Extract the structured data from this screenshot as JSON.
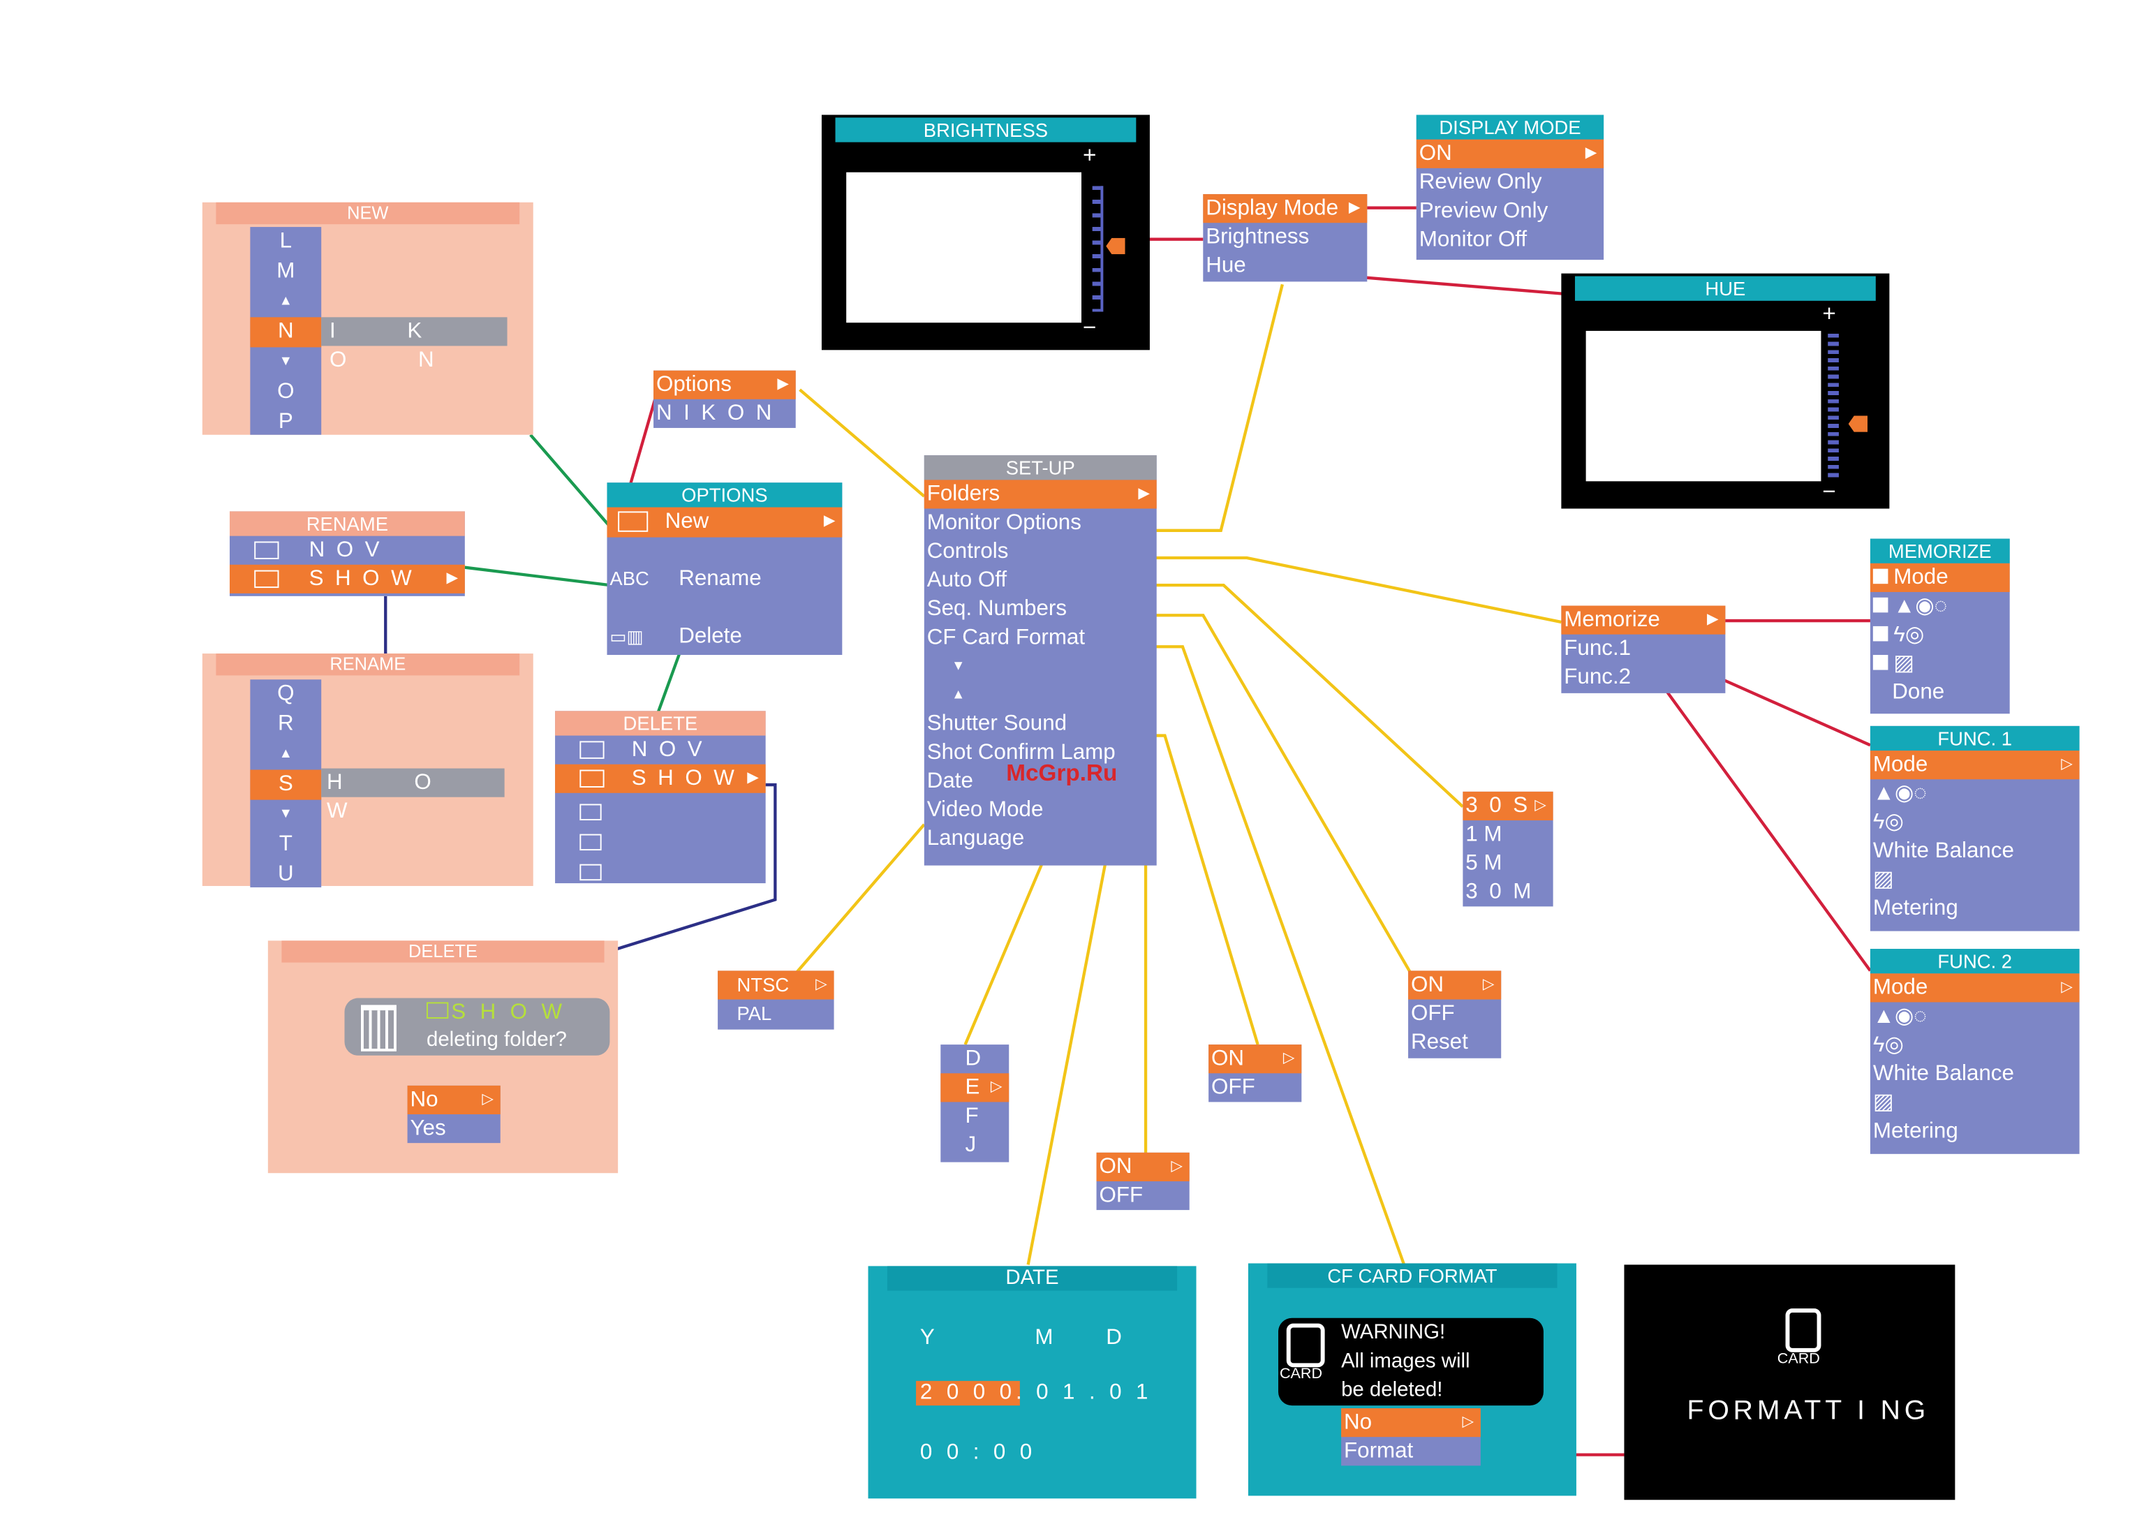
{
  "watermark": "McGrp.Ru",
  "brightness": {
    "title": "BRIGHTNESS",
    "plus": "+",
    "minus": "−"
  },
  "hue": {
    "title": "HUE",
    "plus": "+",
    "minus": "−"
  },
  "display_mode_menu": {
    "title": "DISPLAY MODE",
    "items": [
      "ON",
      "Review Only",
      "Preview Only",
      "Monitor Off"
    ]
  },
  "monitor_options": {
    "items": [
      "Display Mode",
      "Brightness",
      "Hue"
    ]
  },
  "new_panel": {
    "title": "NEW",
    "letters_above": [
      "L",
      "M"
    ],
    "selected_letter": "N",
    "letters_below": [
      "O",
      "P"
    ],
    "strip": "I K O N"
  },
  "options_small": {
    "items": [
      "Options",
      "N I K O N"
    ]
  },
  "options_menu": {
    "title": "OPTIONS",
    "items": [
      "New",
      "Rename",
      "Delete"
    ],
    "rename_icon": "ABC"
  },
  "rename_list": {
    "title": "RENAME",
    "items": [
      "N O V",
      "S H O W"
    ]
  },
  "rename_panel": {
    "title": "RENAME",
    "letters_above": [
      "Q",
      "R"
    ],
    "selected_letter": "S",
    "letters_below": [
      "T",
      "U"
    ],
    "strip": "H O W"
  },
  "delete_list": {
    "title": "DELETE",
    "items": [
      "N O V",
      "S H O W"
    ]
  },
  "delete_panel": {
    "title": "DELETE",
    "folder_name": "S H O W",
    "question": "deleting folder?",
    "options": [
      "No",
      "Yes"
    ]
  },
  "setup_menu": {
    "title": "SET-UP",
    "items": [
      "Folders",
      "Monitor Options",
      "Controls",
      "Auto Off",
      "Seq. Numbers",
      "CF Card Format",
      "Shutter Sound",
      "Shot Confirm Lamp",
      "Date",
      "Video Mode",
      "Language"
    ]
  },
  "controls_menu": {
    "items": [
      "Memorize",
      "Func.1",
      "Func.2"
    ]
  },
  "memorize_menu": {
    "title": "MEMORIZE",
    "items": [
      "Mode",
      "Done"
    ]
  },
  "func1_menu": {
    "title": "FUNC. 1",
    "items": [
      "Mode",
      "White Balance",
      "Metering"
    ]
  },
  "func2_menu": {
    "title": "FUNC. 2",
    "items": [
      "Mode",
      "White Balance",
      "Metering"
    ]
  },
  "auto_off_menu": {
    "items": [
      "3 0 S",
      "1 M",
      "5 M",
      "3 0 M"
    ]
  },
  "seq_numbers_menu": {
    "items": [
      "ON",
      "OFF",
      "Reset"
    ]
  },
  "video_mode_menu": {
    "items": [
      "NTSC",
      "PAL"
    ]
  },
  "language_menu": {
    "items": [
      "D",
      "E",
      "F",
      "J"
    ]
  },
  "shutter_sound_menu": {
    "items": [
      "ON",
      "OFF"
    ]
  },
  "confirm_lamp_menu": {
    "items": [
      "ON",
      "OFF"
    ]
  },
  "date_panel": {
    "title": "DATE",
    "labels": [
      "Y",
      "M",
      "D"
    ],
    "year": "2 0 0 0",
    "rest": ". 0 1 . 0 1",
    "time": "0 0 : 0 0"
  },
  "cf_format_panel": {
    "title": "CF CARD FORMAT",
    "card_label": "CARD",
    "warning": [
      "WARNING!",
      "All images will",
      "be deleted!"
    ],
    "options": [
      "No",
      "Format"
    ]
  },
  "formatting_panel": {
    "card_label": "CARD",
    "text": "FORMATT I NG"
  },
  "colors": {
    "menu": "#7d86c6",
    "selected": "#f07a30",
    "teal": "#14a8b8",
    "salmon": "#f8c3ae",
    "yellow_link": "#f2c417",
    "red_link": "#d21f3c",
    "green_link": "#1a9a50",
    "navy_link": "#2c2f86"
  },
  "icons": [
    "folder-icon",
    "trash-icon",
    "card-icon",
    "mountain-icon",
    "flash-icon",
    "eye-icon",
    "timer-icon",
    "metering-icon"
  ]
}
